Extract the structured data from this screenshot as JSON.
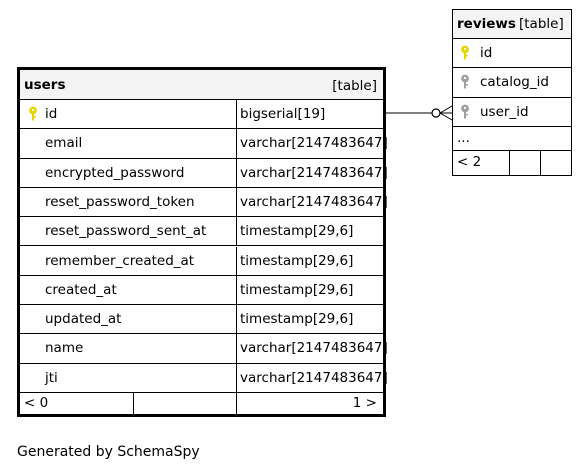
{
  "users_table": {
    "name": "users",
    "kind": "[table]",
    "columns": [
      {
        "name": "id",
        "type": "bigserial[19]",
        "key": "primary"
      },
      {
        "name": "email",
        "type": "varchar[2147483647]"
      },
      {
        "name": "encrypted_password",
        "type": "varchar[2147483647]"
      },
      {
        "name": "reset_password_token",
        "type": "varchar[2147483647]"
      },
      {
        "name": "reset_password_sent_at",
        "type": "timestamp[29,6]"
      },
      {
        "name": "remember_created_at",
        "type": "timestamp[29,6]"
      },
      {
        "name": "created_at",
        "type": "timestamp[29,6]"
      },
      {
        "name": "updated_at",
        "type": "timestamp[29,6]"
      },
      {
        "name": "name",
        "type": "varchar[2147483647]"
      },
      {
        "name": "jti",
        "type": "varchar[2147483647]"
      }
    ],
    "parents": "< 0",
    "children": "1 >"
  },
  "reviews_table": {
    "name": "reviews",
    "kind": "[table]",
    "columns": [
      {
        "name": "id",
        "key": "primary"
      },
      {
        "name": "catalog_id",
        "key": "foreign"
      },
      {
        "name": "user_id",
        "key": "foreign"
      }
    ],
    "more": "...",
    "parents": "< 2"
  },
  "icons": {
    "primary_key": "key-icon-yellow",
    "foreign_key": "key-icon-gray"
  },
  "colors": {
    "primary_key": "#e8d500",
    "foreign_key": "#a0a0a0",
    "header_bg": "#f4f4f4"
  },
  "footer": "Generated by SchemaSpy"
}
